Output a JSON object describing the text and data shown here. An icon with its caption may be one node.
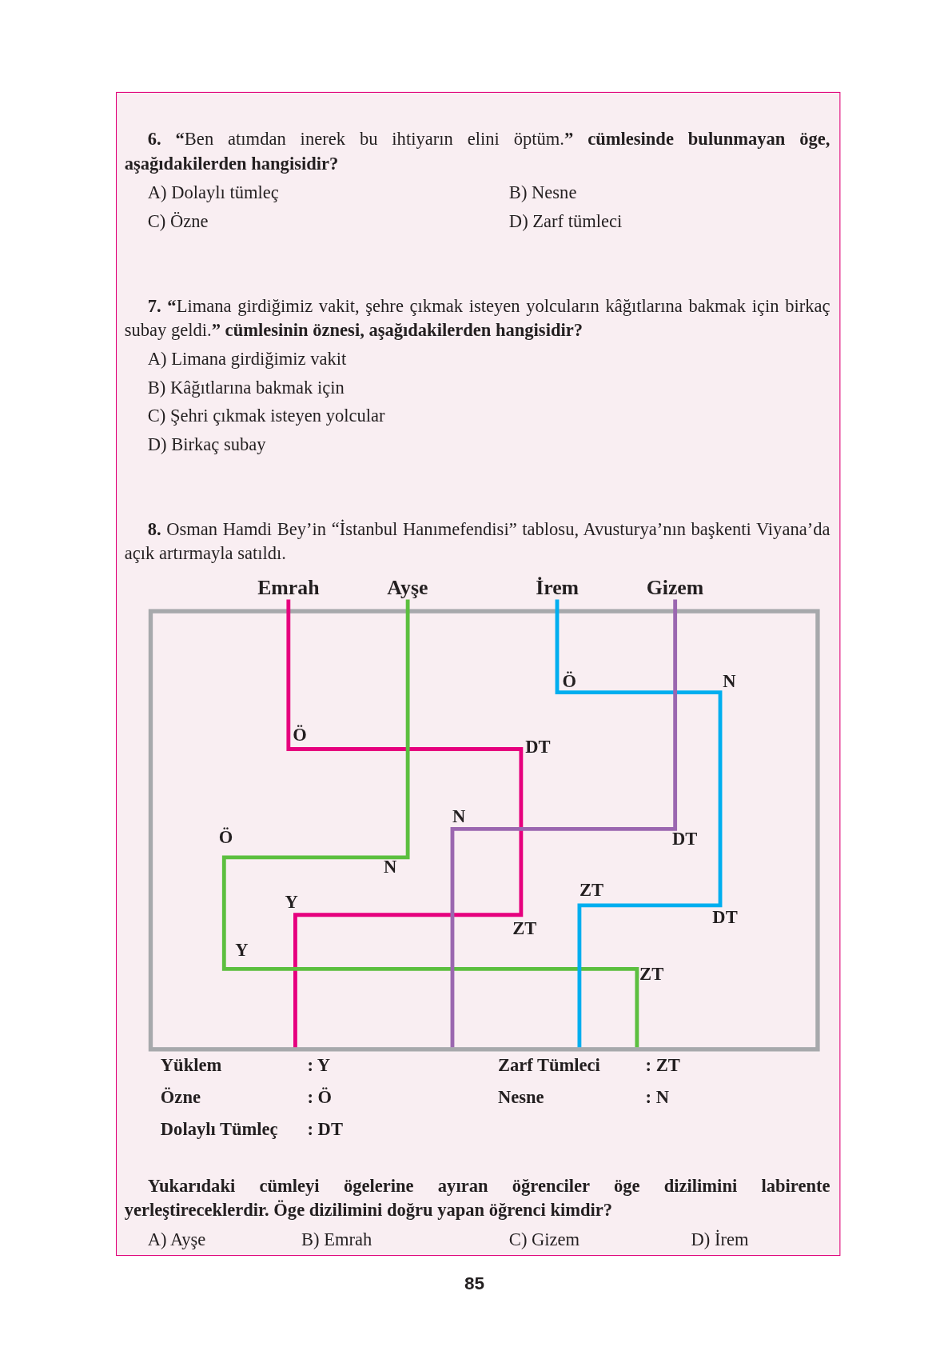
{
  "diagram": {
    "nodes": [
      {
        "text": [
          "Emrah"
        ]
      },
      {
        "text": [
          "Ayşe"
        ]
      },
      {
        "text": [
          "İrem"
        ]
      },
      {
        "text": [
          "Gizem"
        ]
      },
      {
        "text": [],
        "shape": "box"
      }
    ],
    "edges": [
      {
        "from": 0,
        "to": 4,
        "arrow": "none",
        "color": "#e6007e"
      },
      {
        "from": 1,
        "to": 4,
        "arrow": "none",
        "color": "#5cbf3f"
      },
      {
        "from": 2,
        "to": 4,
        "arrow": "none",
        "color": "#00aeef"
      },
      {
        "from": 3,
        "to": 4,
        "arrow": "none",
        "color": "#9b67b0"
      }
    ],
    "labels": [
      "**6. “**Ben atımdan inerek bu ihtiyarın elini öptüm.**” cümlesinde bulunmayan öge, aşağıdakilerden hangisidir?**",
      "A) Dolaylı tümleç",
      "B) Nesne",
      "C) Özne",
      "D) Zarf tümleci",
      "**7. “**Limana girdiğimiz vakit, şehre çıkmak isteyen yolcuların kâğıtlarına bakmak için birkaç subay geldi.**” cümlesinin öznesi, aşağıdakilerden hangisidir?**",
      "A) Limana girdiğimiz vakit",
      "B) Kâğıtlarına bakmak için",
      "C) Şehri çıkmak isteyen yolcular",
      "D) Birkaç subay",
      "**8.** Osman Hamdi Bey’in “İstanbul Hanımefendisi” tablosu, Avusturya’nın başkenti Viyana’da açık artırmayla satıldı.",
      "Ö",
      "N",
      "Ö",
      "DT",
      "N",
      "Ö",
      "DT",
      "N",
      "ZT",
      "Y",
      "DT",
      "ZT",
      "Y",
      "ZT",
      "Yüklem",
      ": Y",
      "Zarf Tümleci",
      ": ZT",
      "Özne",
      ": Ö",
      "Nesne",
      ": N",
      "Dolaylı Tümleç",
      ": DT",
      "Yukarıdaki cümleyi ögelerine ayıran öğrenciler öge dizilimini labirente yerleştireceklerdir. Öge dizilimini doğru yapan öğrenci kimdir?",
      "A) Ayşe",
      "B) Emrah",
      "C) Gizem",
      "D) İrem",
      "85"
    ]
  }
}
